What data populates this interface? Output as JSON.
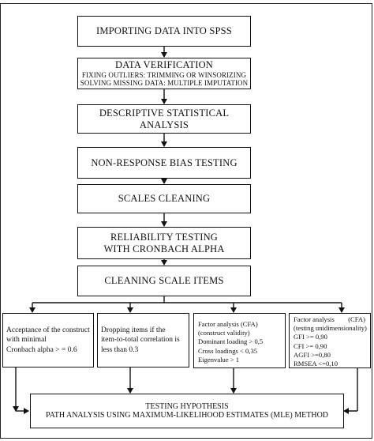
{
  "steps": [
    {
      "title": "IMPORTING DATA INTO SPSS"
    },
    {
      "title": "DATA VERIFICATION",
      "lines": [
        "FIXING OUTLIERS: TRIMMING OR WINSORIZING",
        "SOLVING MISSING DATA: MULTIPLE IMPUTATION"
      ]
    },
    {
      "title": "DESCRIPTIVE STATISTICAL ANALYSIS"
    },
    {
      "title": "NON-RESPONSE BIAS TESTING"
    },
    {
      "title": "SCALES CLEANING"
    },
    {
      "title_lines": [
        "RELIABILITY TESTING",
        "WITH CRONBACH ALPHA"
      ]
    },
    {
      "title": "CLEANING SCALE ITEMS"
    }
  ],
  "branches": [
    {
      "lines": [
        "Acceptance of the construct",
        "with minimal",
        "Cronbach alpha > = 0.6"
      ]
    },
    {
      "lines": [
        "Dropping items if the",
        "item-to-total correlation is",
        "less than 0.3"
      ]
    },
    {
      "header": [
        "Factor analysis (CFA)",
        "(construct validity)"
      ],
      "lines": [
        "Dominant loading > 0,5",
        "Cross loadings < 0,35",
        "Eigenvalue > 1"
      ]
    },
    {
      "header_left": "Factor analysis",
      "header_right": "(CFA)",
      "header2": "(testing unidimensionality)",
      "lines": [
        "GFI >= 0,90",
        "CFI >= 0,90",
        "AGFI >=0,80",
        "RMSEA <=0,10"
      ]
    }
  ],
  "final": {
    "lines": [
      "TESTING HYPOTHESIS",
      "PATH ANALYSIS USING MAXIMUM-LIKELIHOOD ESTIMATES (MLE) METHOD"
    ]
  }
}
